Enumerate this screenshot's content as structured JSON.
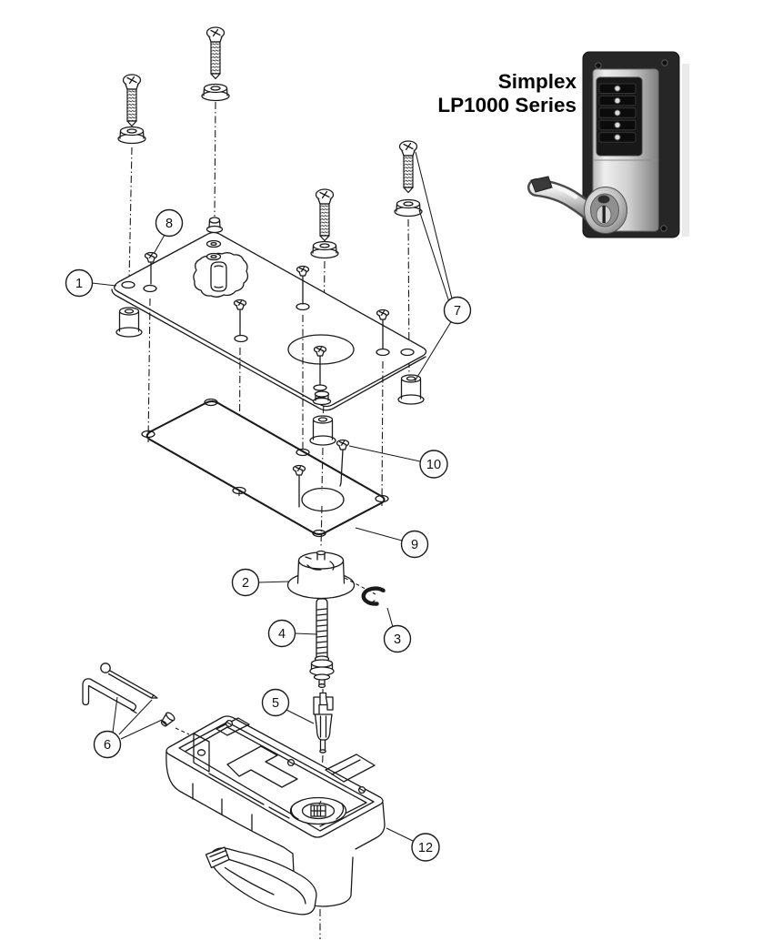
{
  "colors": {
    "background": "#ffffff",
    "line": "#1a1a1a",
    "bezel": "#262626",
    "metal_light": "#ededed",
    "metal_dark": "#8d8d8d",
    "button": "#0b0b0b",
    "button_dot": "#dcdcdc"
  },
  "product": {
    "title_line1": "Simplex",
    "title_line2": "LP1000 Series",
    "keypad_button_count": 5
  },
  "callouts": [
    {
      "label": "1"
    },
    {
      "label": "2"
    },
    {
      "label": "3"
    },
    {
      "label": "4"
    },
    {
      "label": "5"
    },
    {
      "label": "6"
    },
    {
      "label": "7"
    },
    {
      "label": "8"
    },
    {
      "label": "9"
    },
    {
      "label": "10"
    },
    {
      "label": "12"
    }
  ]
}
